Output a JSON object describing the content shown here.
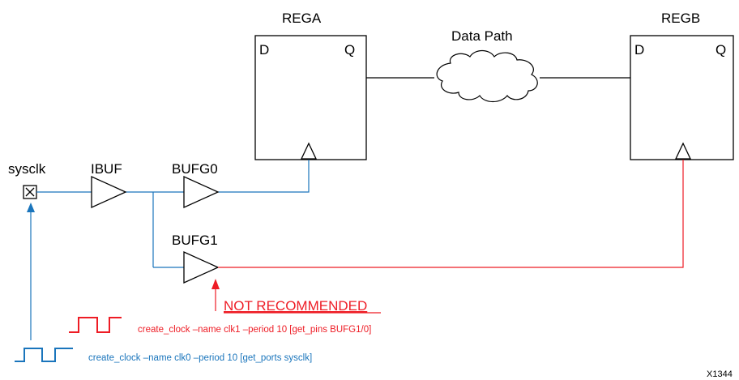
{
  "labels": {
    "rega": "REGA",
    "regb": "REGB",
    "data_path": "Data Path",
    "d_pin": "D",
    "q_pin": "Q",
    "sysclk": "sysclk",
    "ibuf": "IBUF",
    "bufg0": "BUFG0",
    "bufg1": "BUFG1",
    "not_recommended": "NOT RECOMMENDED",
    "constraint_clk1": "create_clock –name clk1 –period 10 [get_pins BUFG1/0]",
    "constraint_clk0": "create_clock –name clk0 –period 10 [get_ports sysclk]",
    "figure_id": "X1344"
  },
  "colors": {
    "black": "#000000",
    "blue": "#1a75bc",
    "red": "#ee1c25"
  }
}
